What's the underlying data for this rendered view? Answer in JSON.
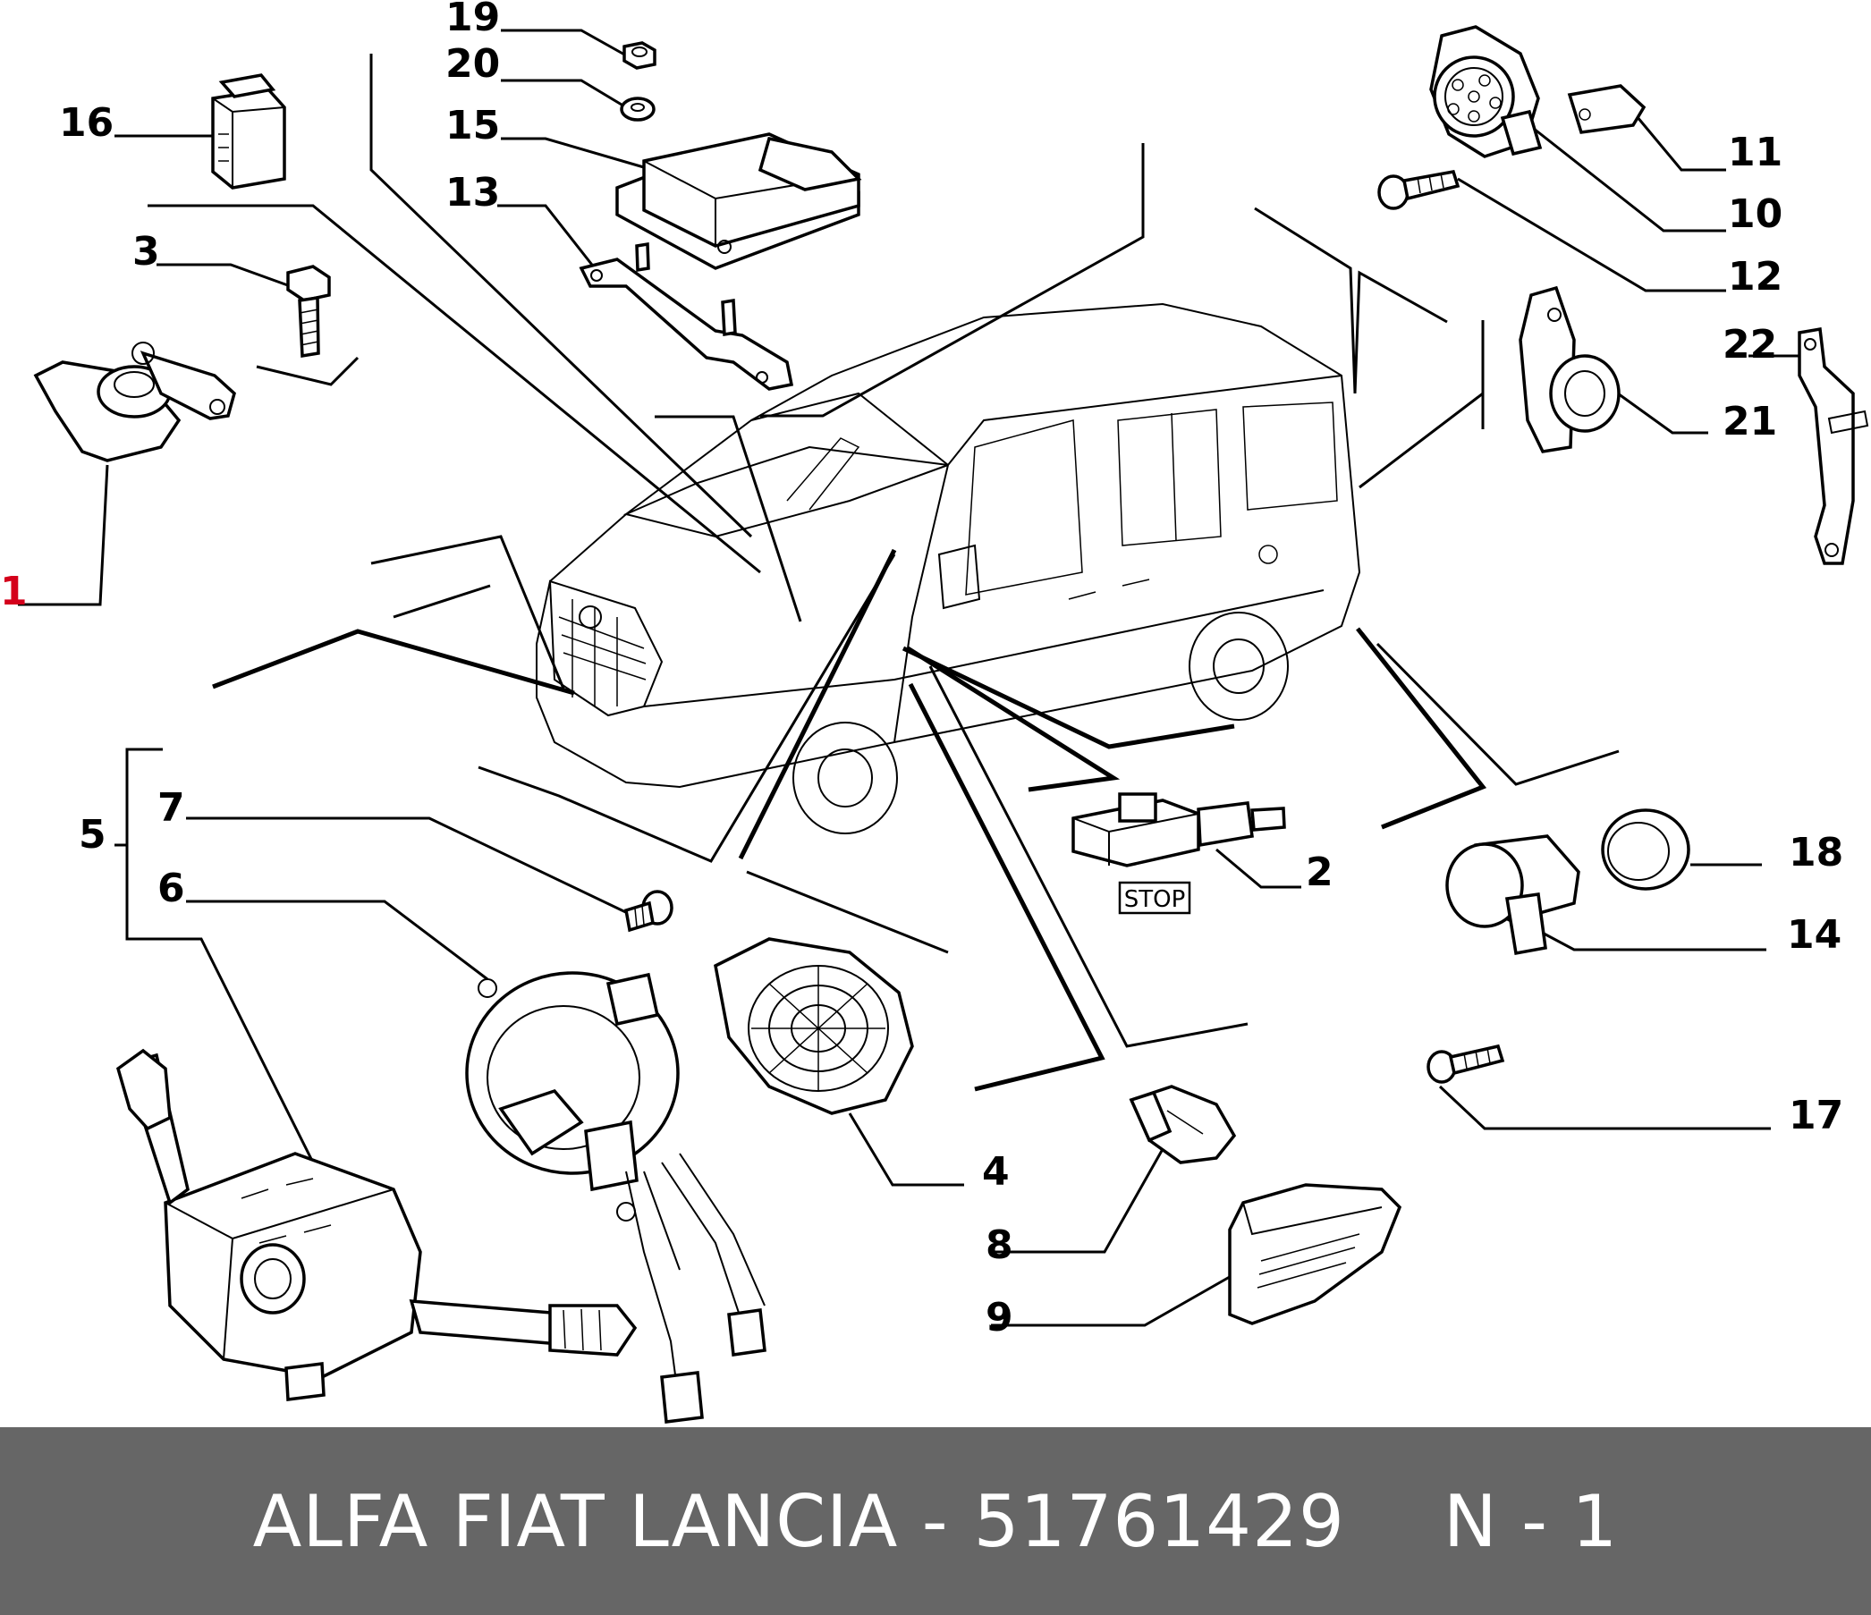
{
  "callouts": [
    "1",
    "2",
    "3",
    "4",
    "5",
    "6",
    "7",
    "8",
    "9",
    "10",
    "11",
    "12",
    "13",
    "14",
    "15",
    "16",
    "17",
    "18",
    "19",
    "20",
    "21",
    "22"
  ],
  "stop_label": "STOP",
  "footer": {
    "brand": "ALFA FIAT LANCIA -",
    "part_number": "51761429",
    "page": "N - 1"
  },
  "colors": {
    "footer_bg": "#666666",
    "highlight": "#d4001b"
  }
}
